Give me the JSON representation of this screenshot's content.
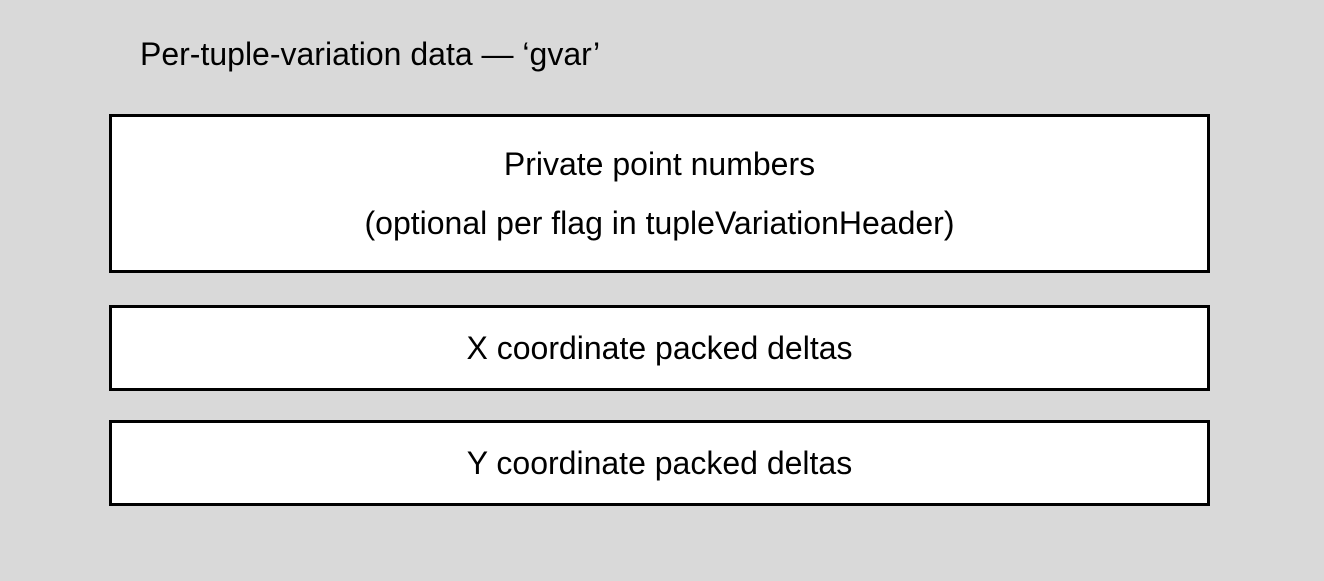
{
  "title": "Per-tuple-variation data — ‘gvar’",
  "diagram": {
    "boxes": [
      {
        "name": "private-point-numbers",
        "lines": [
          "Private point numbers",
          "(optional per flag in tupleVariationHeader)"
        ]
      },
      {
        "name": "x-coordinate-packed-deltas",
        "lines": [
          "X coordinate packed deltas"
        ]
      },
      {
        "name": "y-coordinate-packed-deltas",
        "lines": [
          "Y coordinate packed deltas"
        ]
      }
    ]
  },
  "colors": {
    "background": "#d9d9d9",
    "box_fill": "#ffffff",
    "box_border": "#000000",
    "text": "#000000"
  }
}
